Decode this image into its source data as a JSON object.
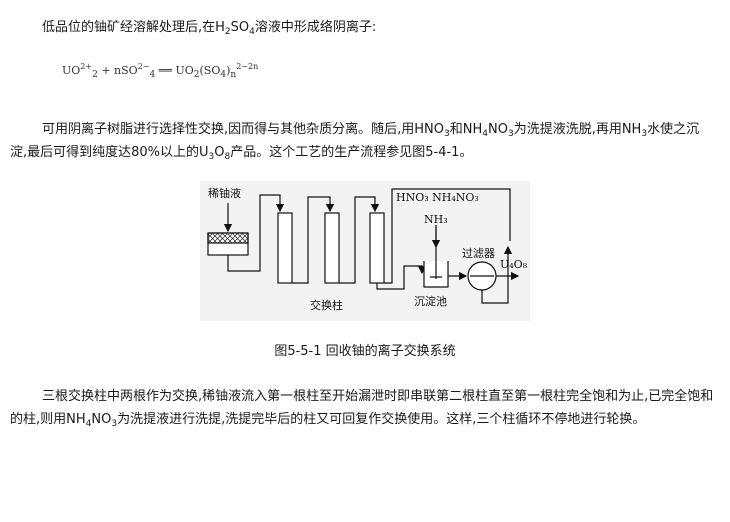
{
  "p1": {
    "pre": "低品位的铀矿经溶解处理后,在H",
    "sub1": "2",
    "mid": "SO",
    "sub2": "4",
    "post": "溶液中形成络阴离子:"
  },
  "equation": {
    "lhs_a": "UO",
    "lhs_a_sup": "2+",
    "lhs_a_sub": "2",
    "plus": " + nSO",
    "lhs_b_sup": "2−",
    "lhs_b_sub": "4",
    "arrow": "══",
    "rhs": "UO",
    "rhs_sub": "2",
    "rhs_paren": "(SO",
    "rhs_paren_sub": "4",
    "rhs_close": ")",
    "rhs_n_sub": "n",
    "rhs_sup": "2−2n"
  },
  "p2": {
    "t1": "可用阴离子树脂进行选择性交换,因而得与其他杂质分离。随后,用HNO",
    "s1": "3",
    "t2": "和NH",
    "s2": "4",
    "t3": "NO",
    "s3": "3",
    "t4": "为洗提液洗脱,再用NH",
    "s4": "3",
    "t5": "水使之沉淀,最后可得到纯度达80%以上的U",
    "s5": "3",
    "t6": "O",
    "s6": "8",
    "t7": "产品。这个工艺的生产流程参见图5-4-1。"
  },
  "figure": {
    "feed_label": "稀铀液",
    "acids_label": "HNO₃  NH₄NO₃",
    "ammonia_label": "NH₃",
    "filter_label": "过滤器",
    "product_label": "U₄O₈",
    "tank_label": "沉淀池",
    "columns_label": "交换柱"
  },
  "caption": "图5-5-1 回收铀的离子交换系统",
  "p3": {
    "t1": "三根交换柱中两根作为交换,稀铀液流入第一根柱至开始漏泄时即串联第二根柱直至第一根柱完全饱和为止,已完全饱和的柱,则用NH",
    "s1": "4",
    "t2": "NO",
    "s2": "3",
    "t3": "为洗提液进行洗提,洗提完毕后的柱又可回复作交换使用。这样,三个柱循环不停地进行轮换。"
  }
}
